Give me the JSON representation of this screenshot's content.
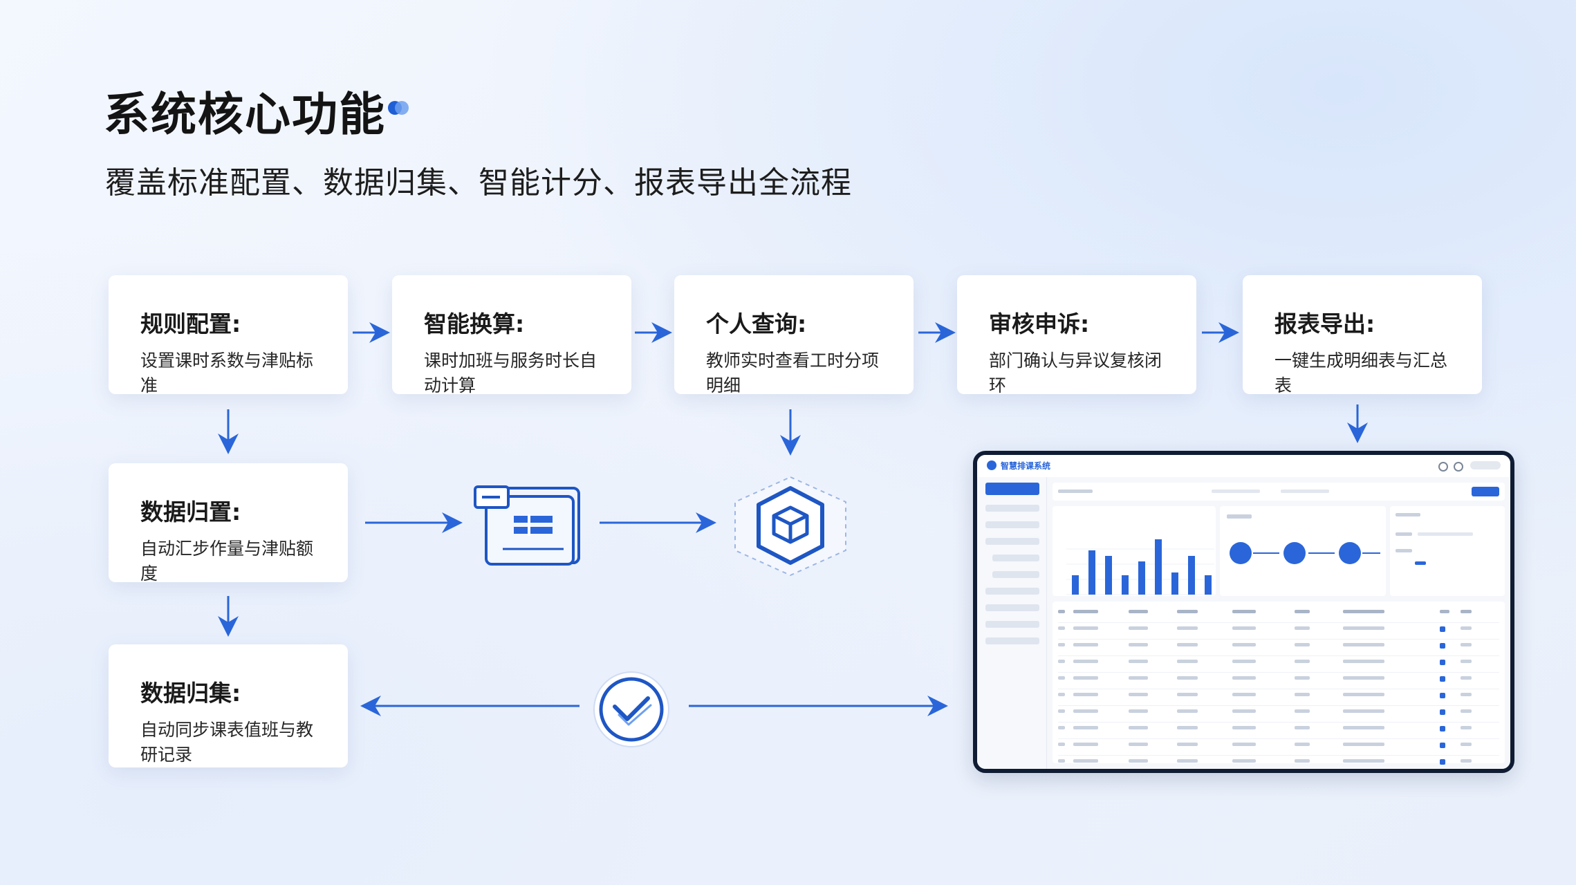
{
  "header": {
    "title": "系统核心功能",
    "subtitle": "覆盖标准配置、数据归集、智能计分、报表导出全流程"
  },
  "steps": [
    {
      "title": "规则配置:",
      "desc": "设置课时系数与津贴标准"
    },
    {
      "title": "智能换算:",
      "desc": "课时加班与服务时长自动计算"
    },
    {
      "title": "个人查询:",
      "desc": "教师实时查看工时分项明细"
    },
    {
      "title": "审核申诉:",
      "desc": "部门确认与异议复核闭环"
    },
    {
      "title": "报表导出:",
      "desc": "一键生成明细表与汇总表"
    },
    {
      "title": "数据归置:",
      "desc": "自动汇步作量与津贴额度"
    },
    {
      "title": "数据归集:",
      "desc": "自动同步课表值班与教研记录"
    }
  ],
  "icons": {
    "document": "document-card-icon",
    "cube": "hexagon-cube-icon",
    "check": "check-circle-icon",
    "dots": "blue-dots-icon"
  },
  "colors": {
    "accent": "#2a66d9",
    "arrow": "#2a66d9",
    "dark_frame": "#0f1c33",
    "text": "#1a1a1a"
  },
  "dashboard": {
    "brand": "智慧排课系统",
    "bar_values": [
      0.35,
      0.8,
      0.7,
      0.35,
      0.6,
      1.0,
      0.4,
      0.7,
      0.35
    ]
  }
}
